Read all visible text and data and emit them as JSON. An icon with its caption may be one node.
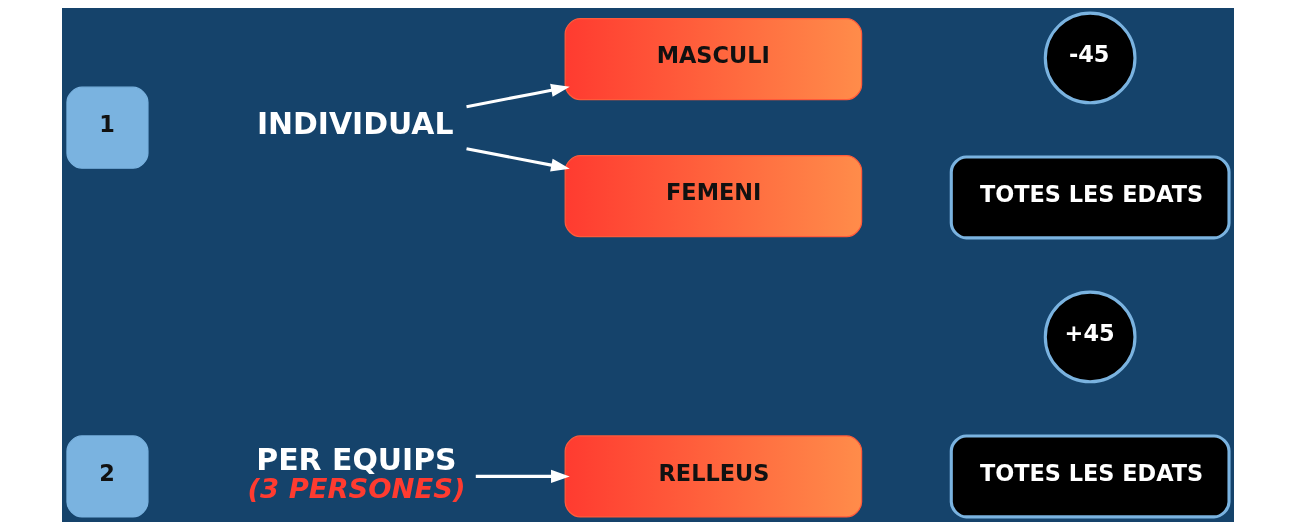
{
  "diagram": {
    "nodes": [
      {
        "text": [
          "1"
        ]
      },
      {
        "text": [
          "INDIVIDUAL"
        ]
      },
      {
        "text": [
          "MASCULI"
        ]
      },
      {
        "text": [
          "FEMENI"
        ]
      },
      {
        "text": [
          "-45"
        ]
      },
      {
        "text": [
          "+45"
        ]
      },
      {
        "text": [
          "TOTES LES EDATS"
        ]
      },
      {
        "text": [
          "2"
        ]
      },
      {
        "text": [
          "PER EQUIPS"
        ],
        "beside": [
          "(3 PERSONES)"
        ]
      },
      {
        "text": [
          "RELLEUS"
        ]
      },
      {
        "text": [
          "TOTES LES EDATS"
        ]
      }
    ],
    "edges": [
      {
        "from": 1,
        "to": 2,
        "arrow": "to"
      },
      {
        "from": 1,
        "to": 3,
        "arrow": "to"
      },
      {
        "from": 8,
        "to": 9,
        "arrow": "to"
      }
    ]
  }
}
